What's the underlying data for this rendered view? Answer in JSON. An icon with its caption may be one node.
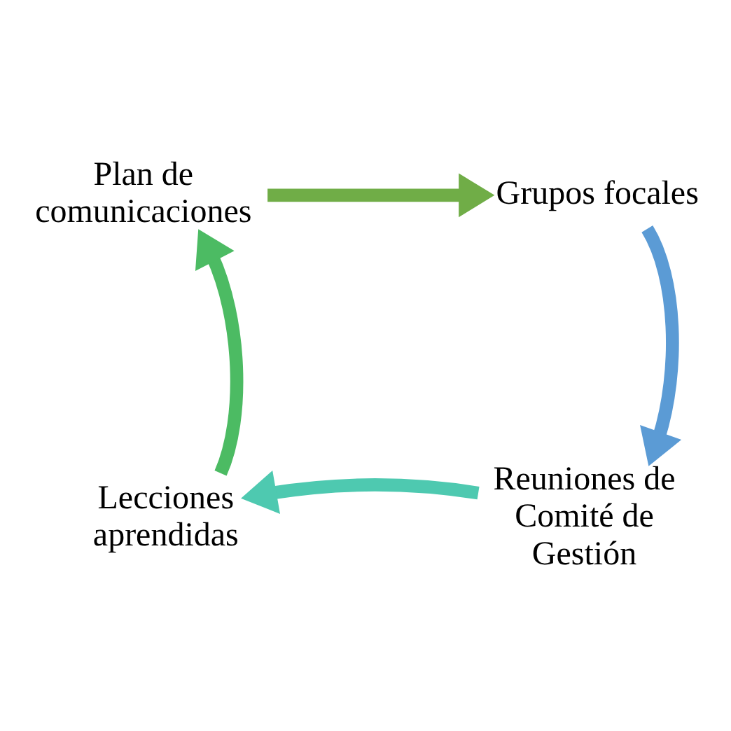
{
  "diagram": {
    "nodes": [
      {
        "text": [
          "Plan de comunicaciones"
        ]
      },
      {
        "text": [
          "Grupos focales"
        ]
      },
      {
        "text": [
          "Reuniones de Comité de Gestión"
        ]
      },
      {
        "text": [
          "Lecciones aprendidas"
        ]
      }
    ],
    "edges": [
      {
        "from": 0,
        "to": 1,
        "arrow": "to",
        "color": "#70ad47"
      },
      {
        "from": 1,
        "to": 2,
        "arrow": "to",
        "color": "#5b9bd5"
      },
      {
        "from": 2,
        "to": 3,
        "arrow": "to",
        "color": "#4ec9b0"
      },
      {
        "from": 3,
        "to": 0,
        "arrow": "to",
        "color": "#4cbb63"
      }
    ]
  }
}
